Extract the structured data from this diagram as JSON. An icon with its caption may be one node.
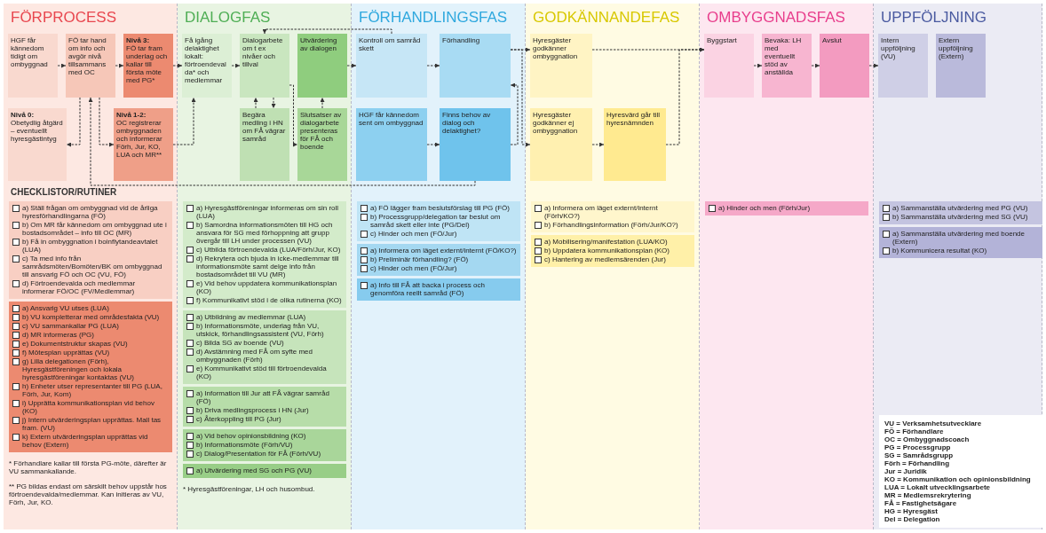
{
  "diagram": {
    "nodes": [
      {
        "text": [
          "FÖRPROCESS"
        ]
      },
      {
        "text": [
          "HGF får kännedom tidigt om ombyggnad"
        ],
        "in": 0
      },
      {
        "text": [
          "FÖ tar hand om info och avgör nivå tillsammans med OC"
        ],
        "in": 0
      },
      {
        "text": [
          "Nivå 3:",
          "FÖ tar fram underlag och kallar till första möte med PG*"
        ],
        "in": 0
      },
      {
        "text": [
          "Nivå 0:",
          "Obetydlig åtgärd – eventuellt hyresgästintyg"
        ],
        "in": 0
      },
      {
        "text": [
          "Nivå 1-2:",
          "OC registrerar ombyggnaden och informerar Förh, Jur, KO, LUA och MR**"
        ],
        "in": 0
      },
      {
        "text": [
          "a) Ställ frågan om ombyggnad vid de årliga hyresförhandlingarna (FÖ)",
          "b) Om MR får kännedom om ombyggnad ute i bostadsområdet – info till OC (MR)",
          "b) Få in ombyggnation i boinflytandeavtalet (LUA)",
          "c) Ta med info från samrådsmöten/Bomöten/BK om ombyggnad till ansvarig FÖ och OC (VU, FÖ)",
          "d) Förtroendevalda och medlemmar informerar FÖ/OC (FV/Medlemmar)"
        ],
        "in": 0
      },
      {
        "text": [
          "a) Ansvarig VU utses (LUA)",
          "b) VU kompletterar med områdesfakta (VU)",
          "c) VU sammankallar PG (LUA)",
          "d) MR informeras (PG)",
          "e) Dokumentstruktur skapas (VU)",
          "f) Mötesplan upprättas (VU)",
          "g) Lilla delegationen (Förh), Hyresgästföreningen och lokala hyresgästföreningar kontaktas (VU)",
          "h) Enheter utser representanter till PG (LUA, Förh, Jur, Kom)",
          "i) Upprätta kommunikationsplan vid behov (KO)",
          "j) Intern utvärderingsplan upprättas. Mall tas fram. (VU)",
          "k) Extern utvärderingsplan upprättas vid behov (Extern)"
        ],
        "in": 0
      },
      {
        "text": [
          "DIALOGFAS"
        ]
      },
      {
        "text": [
          "Få igång delaktighet lokalt: förtroendevalda* och medlemmar"
        ],
        "in": 8
      },
      {
        "text": [
          "Dialogarbete om t ex nivåer och tillval"
        ],
        "in": 8
      },
      {
        "text": [
          "Utvärdering av dialogen"
        ],
        "in": 8
      },
      {
        "text": [
          "Begära medling i HN om FÅ vägrar samråd"
        ],
        "in": 8
      },
      {
        "text": [
          "Slutsatser av dialogarbete presenteras för FÅ och boende"
        ],
        "in": 8
      },
      {
        "text": [
          "a) Hyresgästföreningar informeras om sin roll (LUA)",
          "b) Samordna informationsmöten till HG och ansvara för SG med förhoppning att grupp övergår till LH under processen (VU)",
          "c) Utbilda förtroendevalda (LUA/Förh/Jur, KO)",
          "d) Rekrytera och bjuda in icke-medlemmar till informationsmöte samt delge info från bostadsområdet till VU (MR)",
          "e) Vid behov uppdatera kommunikationsplan (KO)",
          "f) Kommunikativt stöd i de olika rutinerna (KO)"
        ],
        "in": 8
      },
      {
        "text": [
          "a) Utbildning av medlemmar (LUA)",
          "b) Informationsmöte, underlag från VU, utskick, förhandlingsassistent (VU, Förh)",
          "c) Bilda SG av boende (VU)",
          "d) Avstämning med FÅ om syfte med ombyggnaden (Förh)",
          "e) Kommunikativt stöd till förtroendevalda (KO)"
        ],
        "in": 8
      },
      {
        "text": [
          "a) Information till Jur att FÅ vägrar samråd (FÖ)",
          "b) Driva medlingsprocess i HN (Jur)",
          "c) Återkoppling till PG (Jur)"
        ],
        "in": 8
      },
      {
        "text": [
          "a) Vid behov opinionsbildning (KO)",
          "b) Informationsmöte (Förh/VU)",
          "c) Dialog/Presentation för FÅ (Förh/VU)"
        ],
        "in": 8
      },
      {
        "text": [
          "a) Utvärdering med SG och PG (VU)"
        ],
        "in": 8
      },
      {
        "text": [
          "FÖRHANDLINGSFAS"
        ]
      },
      {
        "text": [
          "Kontroll om samråd skett"
        ],
        "in": 19
      },
      {
        "text": [
          "Förhandling"
        ],
        "in": 19
      },
      {
        "text": [
          "HGF får kännedom sent om ombyggnad"
        ],
        "in": 19
      },
      {
        "text": [
          "Finns behov av dialog och delaktighet?"
        ],
        "in": 19
      },
      {
        "text": [
          "a) FÖ lägger fram beslutsförslag till PG (FÖ)",
          "b) Processgrupp/delegation tar beslut om samråd skett eller inte (PG/Del)",
          "c) Hinder och men (FÖ/Jur)"
        ],
        "in": 19
      },
      {
        "text": [
          "a) Informera om läget externt/internt (FÖ/KO?)",
          "b) Preliminär förhandling? (FÖ)",
          "c) Hinder och men (FÖ/Jur)"
        ],
        "in": 19
      },
      {
        "text": [
          "a) Info till FÅ att backa i process och genomföra reellt samråd (FÖ)"
        ],
        "in": 19
      },
      {
        "text": [
          "GODKÄNNANDEFAS"
        ]
      },
      {
        "text": [
          "Hyresgäster godkänner ombyggnation"
        ],
        "in": 27
      },
      {
        "text": [
          "Hyresgäster godkänner ej ombyggnation"
        ],
        "in": 27
      },
      {
        "text": [
          "Hyresvärd går till hyresnämnden"
        ],
        "in": 27
      },
      {
        "text": [
          "a) Informera om läget externt/internt (Förh/KO?)",
          "b) Förhandlingsinformation (Förh/Jur/KO?)"
        ],
        "in": 27
      },
      {
        "text": [
          "a) Mobilisering/manifestation (LUA/KO)",
          "b) Uppdatera kommunikationsplan (KO)",
          "c) Hantering av medlemsärenden (Jur)"
        ],
        "in": 27
      },
      {
        "text": [
          "OMBYGGNADSFAS"
        ]
      },
      {
        "text": [
          "Byggstart"
        ],
        "in": 33
      },
      {
        "text": [
          "Bevaka: LH med eventuellt stöd av anställda"
        ],
        "in": 33
      },
      {
        "text": [
          "Avslut"
        ],
        "in": 33
      },
      {
        "text": [
          "a) Hinder och men (Förh/Jur)"
        ],
        "in": 33
      },
      {
        "text": [
          "UPPFÖLJNING"
        ]
      },
      {
        "text": [
          "Intern uppföljning (VU)"
        ],
        "in": 38
      },
      {
        "text": [
          "Extern uppföljning (Extern)"
        ],
        "in": 38
      },
      {
        "text": [
          "a) Sammanställa utvärdering med PG (VU)",
          "b) Sammanställa utvärdering med SG (VU)"
        ],
        "in": 38
      },
      {
        "text": [
          "a) Sammanställa utvärdering med boende (Extern)",
          "b) Kommunicera resultat (KO)"
        ],
        "in": 38
      },
      {
        "text": [
          "VU = Verksamhetsutvecklare",
          "FÖ = Förhandlare",
          "OC = Ombyggnadscoach",
          "PG = Processgrupp",
          "SG = Samrådsgrupp",
          "Förh = Förhandling",
          "Jur = Juridik",
          "KO = Kommunikation och opinionsbildning",
          "LUA = Lokalt utvecklingsarbete",
          "MR = Medlemsrekrytering",
          "FÅ = Fastighetsägare",
          "HG = Hyresgäst",
          "Del = Delegation"
        ],
        "in": 38
      }
    ],
    "edges": [
      {
        "from": 1,
        "to": 2,
        "arrow": "to",
        "style": "dashed"
      },
      {
        "from": 2,
        "to": 3,
        "arrow": "to",
        "style": "dashed"
      },
      {
        "from": 2,
        "to": 4,
        "arrow": "to",
        "style": "dashed"
      },
      {
        "from": 2,
        "to": 5,
        "arrow": "to",
        "style": "dashed"
      },
      {
        "from": 3,
        "to": 9,
        "arrow": "to",
        "style": "dashed"
      },
      {
        "from": 5,
        "to": 9,
        "arrow": "to",
        "style": "dashed"
      },
      {
        "from": 23,
        "to": 2,
        "arrow": "to",
        "style": "dashed"
      },
      {
        "from": 9,
        "to": 10,
        "arrow": "to",
        "style": "dashed"
      },
      {
        "from": 12,
        "to": 10,
        "arrow": "to",
        "style": "dashed"
      },
      {
        "from": 10,
        "to": 12,
        "arrow": "to",
        "style": "dashed"
      },
      {
        "from": 10,
        "to": 13,
        "arrow": "to",
        "style": "dashed"
      },
      {
        "from": 13,
        "to": 11,
        "arrow": "to",
        "style": "dashed"
      },
      {
        "from": 11,
        "to": 20,
        "arrow": "to",
        "style": "dashed"
      },
      {
        "from": 20,
        "to": 10,
        "arrow": "to",
        "style": "dashed"
      },
      {
        "from": 20,
        "to": 21,
        "arrow": "to",
        "style": "dashed"
      },
      {
        "from": 22,
        "to": 23,
        "arrow": "to",
        "style": "dashed"
      },
      {
        "from": 23,
        "to": 21,
        "arrow": "to",
        "style": "dashed"
      },
      {
        "from": 21,
        "to": 28,
        "arrow": "to",
        "style": "dashed"
      },
      {
        "from": 21,
        "to": 29,
        "arrow": "to",
        "style": "dashed"
      },
      {
        "from": 29,
        "to": 30,
        "arrow": "to",
        "style": "dashed"
      },
      {
        "from": 28,
        "to": 34,
        "arrow": "to",
        "style": "dashed"
      },
      {
        "from": 30,
        "to": 34,
        "arrow": "to",
        "style": "dashed"
      },
      {
        "from": 34,
        "to": 35,
        "arrow": "to",
        "style": "dashed"
      },
      {
        "from": 35,
        "to": 36,
        "arrow": "to",
        "style": "dashed"
      },
      {
        "from": 36,
        "to": 39,
        "arrow": "to",
        "style": "dashed"
      }
    ],
    "labels": [
      "CHECKLISTOR/RUTINER",
      "* Förhandlare kallar till första PG-möte, därefter är VU sammankallande.",
      "** PG bildas endast om särskilt behov uppstår hos förtroendevalda/medlemmar. Kan initieras av VU, Förh, Jur, KO.",
      "* Hyresgästföreningar, LH och husombud."
    ]
  }
}
